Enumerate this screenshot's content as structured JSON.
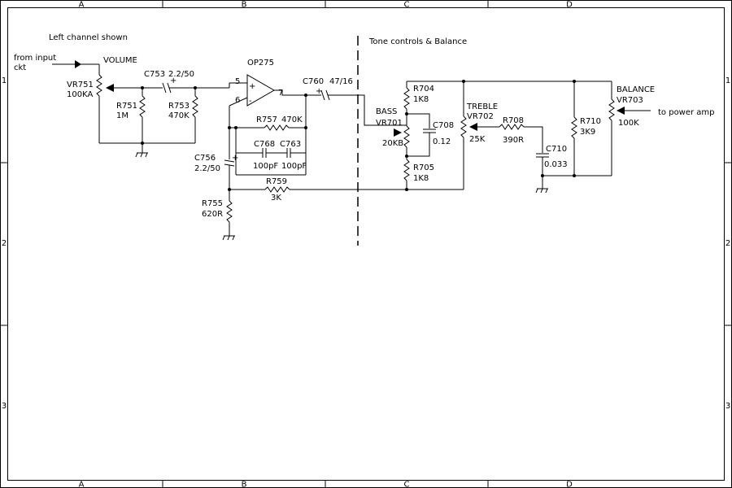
{
  "border": {
    "col_labels": [
      "A",
      "B",
      "C",
      "D"
    ],
    "row_labels": [
      "1",
      "2",
      "3"
    ]
  },
  "notes": {
    "left_channel": "Left channel shown",
    "tone_controls": "Tone controls & Balance",
    "from_input_1": "from input",
    "from_input_2": "ckt",
    "to_power_amp": "to power amp"
  },
  "components": {
    "volume_label": "VOLUME",
    "vr751": {
      "ref": "VR751",
      "value": "100KA"
    },
    "c753": {
      "ref": "C753",
      "value": "2.2/50"
    },
    "r751": {
      "ref": "R751",
      "value": "1M"
    },
    "r753": {
      "ref": "R753",
      "value": "470K"
    },
    "op275": {
      "ref": "OP275"
    },
    "pins": {
      "p5": "5",
      "p6": "6",
      "p7": "7",
      "plus": "+",
      "minus": "-"
    },
    "c760": {
      "ref": "C760",
      "value": "47/16"
    },
    "r757": {
      "ref": "R757",
      "value": "470K"
    },
    "c768": {
      "ref": "C768",
      "value": "100pF"
    },
    "c763": {
      "ref": "C763",
      "value": "100pF"
    },
    "c756": {
      "ref": "C756",
      "value": "2.2/50"
    },
    "r759": {
      "ref": "R759",
      "value": "3K"
    },
    "r755": {
      "ref": "R755",
      "value": "620R"
    },
    "r704": {
      "ref": "R704",
      "value": "1K8"
    },
    "bass_label": "BASS",
    "vr701": {
      "ref": "VR701",
      "value": "20KB"
    },
    "c708": {
      "ref": "C708",
      "value": "0.12"
    },
    "r705": {
      "ref": "R705",
      "value": "1K8"
    },
    "treble_label": "TREBLE",
    "vr702": {
      "ref": "VR702",
      "value": "25K"
    },
    "r708": {
      "ref": "R708",
      "value": "390R"
    },
    "c710": {
      "ref": "C710",
      "value": "0.033"
    },
    "r710": {
      "ref": "R710",
      "value": "3K9"
    },
    "balance_label": "BALANCE",
    "vr703": {
      "ref": "VR703",
      "value": "100K"
    }
  }
}
